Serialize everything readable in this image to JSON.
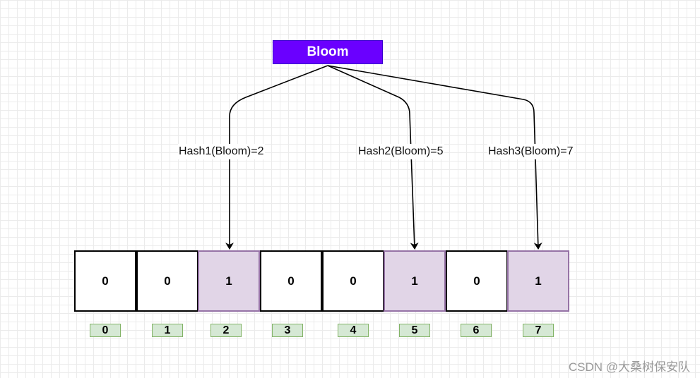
{
  "diagram": {
    "source_label": "Bloom",
    "hash_labels": [
      "Hash1(Bloom)=2",
      "Hash2(Bloom)=5",
      "Hash3(Bloom)=7"
    ],
    "bits": [
      "0",
      "0",
      "1",
      "0",
      "0",
      "1",
      "0",
      "1"
    ],
    "indices": [
      "0",
      "1",
      "2",
      "3",
      "4",
      "5",
      "6",
      "7"
    ],
    "set_positions": [
      2,
      5,
      7
    ]
  },
  "colors": {
    "source_fill": "#6a00ff",
    "set_bit_fill": "#e1d5e7",
    "set_bit_border": "#9673a6",
    "index_fill": "#d5e8d4",
    "index_border": "#82b366"
  },
  "watermark": "CSDN @大桑树保安队"
}
